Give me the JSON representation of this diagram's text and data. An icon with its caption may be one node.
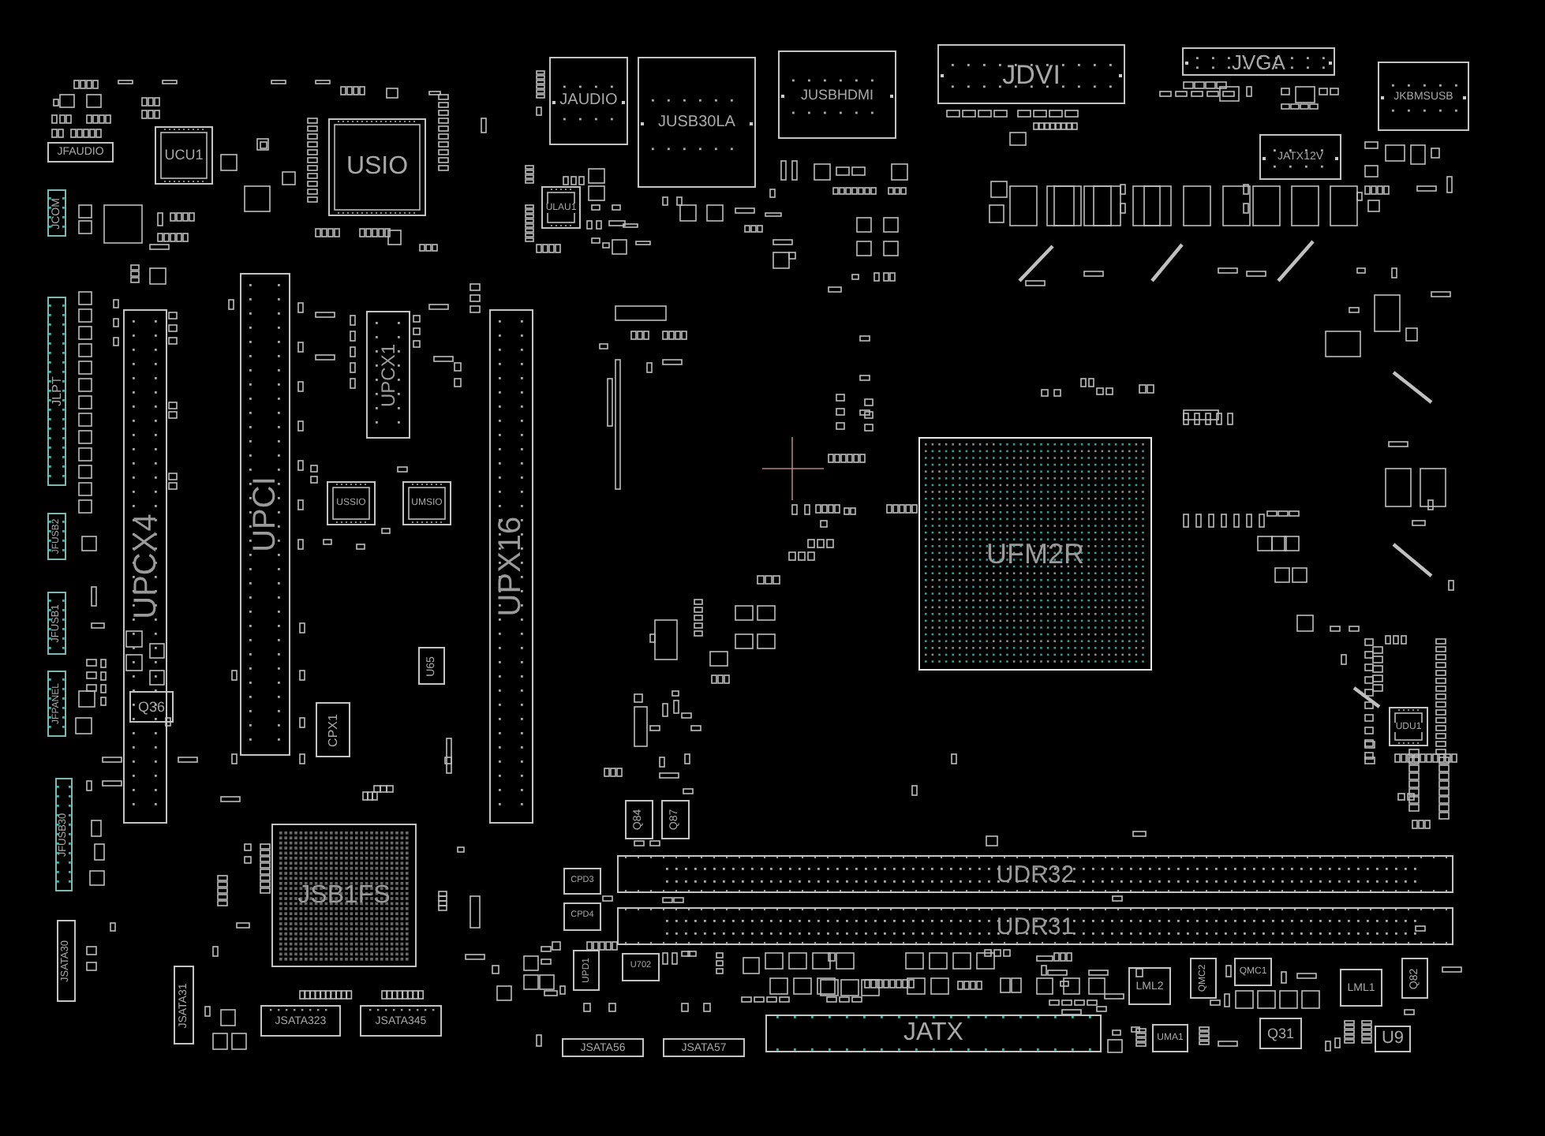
{
  "diagram": {
    "nodes": [
      {
        "text": [
          "JVGA"
        ]
      },
      {
        "text": [
          "JDVI"
        ]
      },
      {
        "text": [
          "JUSBHDMI"
        ]
      },
      {
        "text": [
          "JAUDIO"
        ]
      },
      {
        "text": [
          "JUSB30LA"
        ]
      },
      {
        "text": [
          "JKBMSUSB"
        ]
      },
      {
        "text": [
          "USIO"
        ]
      },
      {
        "text": [
          "UCU1"
        ]
      },
      {
        "text": [
          "JATX12V"
        ]
      },
      {
        "text": [
          "JFAUDIO"
        ]
      },
      {
        "text": [
          "ULAU1"
        ]
      },
      {
        "text": [
          "JCOM"
        ]
      },
      {
        "text": [
          "UPCI"
        ]
      },
      {
        "text": [
          "UPCX4"
        ]
      },
      {
        "text": [
          "UPCX1"
        ]
      },
      {
        "text": [
          "UPX16"
        ]
      },
      {
        "text": [
          "JLPT"
        ]
      },
      {
        "text": [
          "USSIO"
        ]
      },
      {
        "text": [
          "UMSIO"
        ]
      },
      {
        "text": [
          "UFM2R"
        ]
      },
      {
        "text": [
          "JFUSB2"
        ]
      },
      {
        "text": [
          "JFUSB1"
        ]
      },
      {
        "text": [
          "U65"
        ]
      },
      {
        "text": [
          "JFPANEL"
        ]
      },
      {
        "text": [
          "Q36"
        ]
      },
      {
        "text": [
          "CPX1"
        ]
      },
      {
        "text": [
          "UDU1"
        ]
      },
      {
        "text": [
          "JFUSB30"
        ]
      },
      {
        "text": [
          "Q84"
        ]
      },
      {
        "text": [
          "Q87"
        ]
      },
      {
        "text": [
          "JSB1FS"
        ]
      },
      {
        "text": [
          "UDR32"
        ]
      },
      {
        "text": [
          "CPD3"
        ]
      },
      {
        "text": [
          "UDR31"
        ]
      },
      {
        "text": [
          "CPD4"
        ]
      },
      {
        "text": [
          "JSATA30"
        ]
      },
      {
        "text": [
          "UPD1"
        ]
      },
      {
        "text": [
          "U702"
        ]
      },
      {
        "text": [
          "QMC2"
        ]
      },
      {
        "text": [
          "QMC1"
        ]
      },
      {
        "text": [
          "Q82"
        ]
      },
      {
        "text": [
          "JSATA31"
        ]
      },
      {
        "text": [
          "LML2"
        ]
      },
      {
        "text": [
          "LML1"
        ]
      },
      {
        "text": [
          "JSATA323"
        ]
      },
      {
        "text": [
          "JSATA345"
        ]
      },
      {
        "text": [
          "JATX"
        ]
      },
      {
        "text": [
          "Q31"
        ]
      },
      {
        "text": [
          "UMA1"
        ]
      },
      {
        "text": [
          "U9"
        ]
      },
      {
        "text": [
          "JSATA56"
        ]
      },
      {
        "text": [
          "JSATA57"
        ]
      }
    ]
  }
}
